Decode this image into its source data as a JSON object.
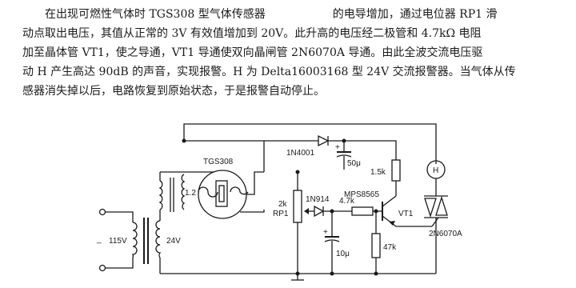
{
  "text": {
    "line1a": "在出现可燃性气体时 TGS308 型气体传感器",
    "line1b": "的电导增加，通过电位器 RP1 滑",
    "line2": "动点取出电压，其值从正常的 3V 有效值增加到 20V。此升高的电压经二极管和 4.7kΩ 电阻",
    "line3": "加至晶体管 VT1，使之导通，VT1 导通使双向晶闸管 2N6070A 导通。由此全波交流电压驱",
    "line4": "动 H 产生高达 90dB 的声音，实现报警。H 为 Delta16003168 型 24V 交流报警器。当气体从传",
    "line5": "感器消失掉以后，电路恢复到原始状态，于是报警自动停止。"
  },
  "labels": {
    "tgs": "TGS308",
    "heater": "1.2",
    "d1": "1N4001",
    "c1": "50μ",
    "r1": "1.5k",
    "h": "H",
    "pot_val": "2k",
    "pot_name": "RP1",
    "d2": "1N914",
    "q_type": "MPS8565",
    "r2": "4.7k",
    "q_name": "VT1",
    "triac": "2N6070A",
    "c2": "10μ",
    "r3": "47k",
    "mains": "115V",
    "sec": "24V",
    "plus": "+",
    "dash": "_"
  }
}
